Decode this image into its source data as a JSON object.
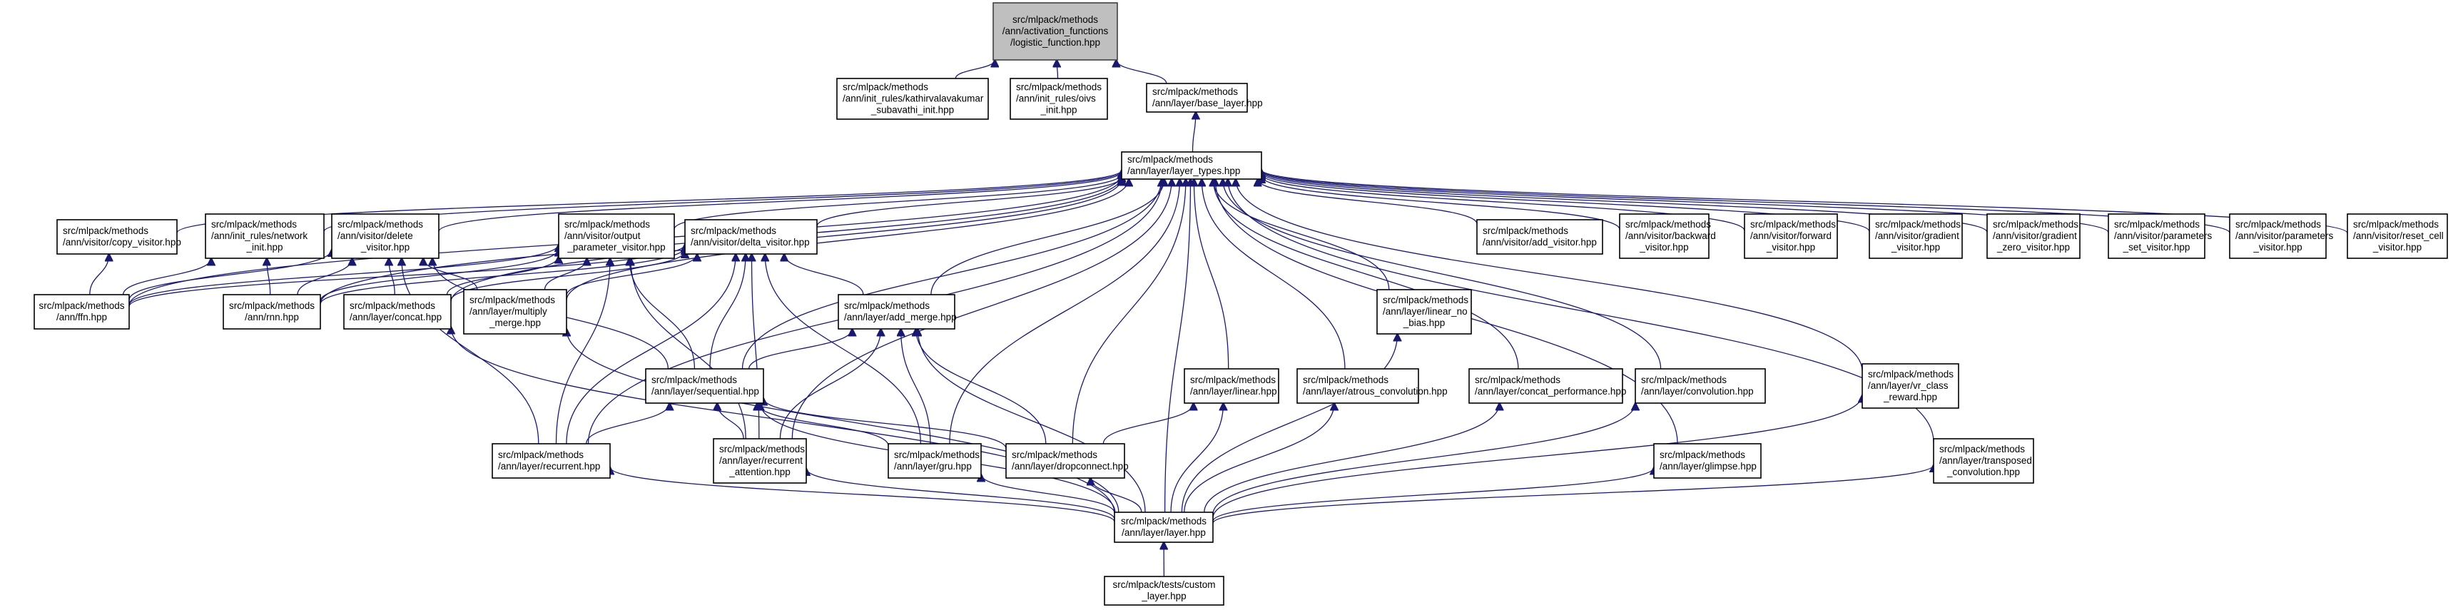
{
  "graph": {
    "title": "Include dependency graph (included-by)",
    "edge_color": "#191970",
    "root_fill": "#bfbfbf",
    "nodes": [
      {
        "id": "logistic",
        "lines": [
          "src/mlpack/methods",
          "/ann/activation_functions",
          "/logistic_function.hpp"
        ],
        "root": true
      },
      {
        "id": "kathir",
        "lines": [
          "src/mlpack/methods",
          "/ann/init_rules/kathirvalavakumar",
          "_subavathi_init.hpp"
        ]
      },
      {
        "id": "oivs",
        "lines": [
          "src/mlpack/methods",
          "/ann/init_rules/oivs",
          "_init.hpp"
        ]
      },
      {
        "id": "base_layer",
        "lines": [
          "src/mlpack/methods",
          "/ann/layer/base_layer.hpp"
        ]
      },
      {
        "id": "layer_types",
        "lines": [
          "src/mlpack/methods",
          "/ann/layer/layer_types.hpp"
        ]
      },
      {
        "id": "copy_visitor",
        "lines": [
          "src/mlpack/methods",
          "/ann/visitor/copy_visitor.hpp"
        ]
      },
      {
        "id": "network_init",
        "lines": [
          "src/mlpack/methods",
          "/ann/init_rules/network",
          "_init.hpp"
        ]
      },
      {
        "id": "delete_visitor",
        "lines": [
          "src/mlpack/methods",
          "/ann/visitor/delete",
          "_visitor.hpp"
        ]
      },
      {
        "id": "output_parameter_visitor",
        "lines": [
          "src/mlpack/methods",
          "/ann/visitor/output",
          "_parameter_visitor.hpp"
        ]
      },
      {
        "id": "delta_visitor",
        "lines": [
          "src/mlpack/methods",
          "/ann/visitor/delta_visitor.hpp"
        ]
      },
      {
        "id": "add_visitor",
        "lines": [
          "src/mlpack/methods",
          "/ann/visitor/add_visitor.hpp"
        ]
      },
      {
        "id": "backward_visitor",
        "lines": [
          "src/mlpack/methods",
          "/ann/visitor/backward",
          "_visitor.hpp"
        ]
      },
      {
        "id": "forward_visitor",
        "lines": [
          "src/mlpack/methods",
          "/ann/visitor/forward",
          "_visitor.hpp"
        ]
      },
      {
        "id": "gradient_visitor",
        "lines": [
          "src/mlpack/methods",
          "/ann/visitor/gradient",
          "_visitor.hpp"
        ]
      },
      {
        "id": "gradient_zero_visitor",
        "lines": [
          "src/mlpack/methods",
          "/ann/visitor/gradient",
          "_zero_visitor.hpp"
        ]
      },
      {
        "id": "parameters_set_visitor",
        "lines": [
          "src/mlpack/methods",
          "/ann/visitor/parameters",
          "_set_visitor.hpp"
        ]
      },
      {
        "id": "parameters_visitor",
        "lines": [
          "src/mlpack/methods",
          "/ann/visitor/parameters",
          "_visitor.hpp"
        ]
      },
      {
        "id": "reset_cell_visitor",
        "lines": [
          "src/mlpack/methods",
          "/ann/visitor/reset_cell",
          "_visitor.hpp"
        ]
      },
      {
        "id": "ffn",
        "lines": [
          "src/mlpack/methods",
          "/ann/ffn.hpp"
        ]
      },
      {
        "id": "rnn",
        "lines": [
          "src/mlpack/methods",
          "/ann/rnn.hpp"
        ]
      },
      {
        "id": "concat",
        "lines": [
          "src/mlpack/methods",
          "/ann/layer/concat.hpp"
        ]
      },
      {
        "id": "multiply_merge",
        "lines": [
          "src/mlpack/methods",
          "/ann/layer/multiply",
          "_merge.hpp"
        ]
      },
      {
        "id": "add_merge",
        "lines": [
          "src/mlpack/methods",
          "/ann/layer/add_merge.hpp"
        ]
      },
      {
        "id": "linear_no_bias",
        "lines": [
          "src/mlpack/methods",
          "/ann/layer/linear_no",
          "_bias.hpp"
        ]
      },
      {
        "id": "sequential",
        "lines": [
          "src/mlpack/methods",
          "/ann/layer/sequential.hpp"
        ]
      },
      {
        "id": "linear",
        "lines": [
          "src/mlpack/methods",
          "/ann/layer/linear.hpp"
        ]
      },
      {
        "id": "atrous_convolution",
        "lines": [
          "src/mlpack/methods",
          "/ann/layer/atrous_convolution.hpp"
        ]
      },
      {
        "id": "concat_performance",
        "lines": [
          "src/mlpack/methods",
          "/ann/layer/concat_performance.hpp"
        ]
      },
      {
        "id": "convolution",
        "lines": [
          "src/mlpack/methods",
          "/ann/layer/convolution.hpp"
        ]
      },
      {
        "id": "vr_class_reward",
        "lines": [
          "src/mlpack/methods",
          "/ann/layer/vr_class",
          "_reward.hpp"
        ]
      },
      {
        "id": "recurrent",
        "lines": [
          "src/mlpack/methods",
          "/ann/layer/recurrent.hpp"
        ]
      },
      {
        "id": "recurrent_attention",
        "lines": [
          "src/mlpack/methods",
          "/ann/layer/recurrent",
          "_attention.hpp"
        ]
      },
      {
        "id": "gru",
        "lines": [
          "src/mlpack/methods",
          "/ann/layer/gru.hpp"
        ]
      },
      {
        "id": "dropconnect",
        "lines": [
          "src/mlpack/methods",
          "/ann/layer/dropconnect.hpp"
        ]
      },
      {
        "id": "glimpse",
        "lines": [
          "src/mlpack/methods",
          "/ann/layer/glimpse.hpp"
        ]
      },
      {
        "id": "transposed_convolution",
        "lines": [
          "src/mlpack/methods",
          "/ann/layer/transposed",
          "_convolution.hpp"
        ]
      },
      {
        "id": "layer",
        "lines": [
          "src/mlpack/methods",
          "/ann/layer/layer.hpp"
        ]
      },
      {
        "id": "custom_layer",
        "lines": [
          "src/mlpack/tests/custom",
          "_layer.hpp"
        ]
      }
    ],
    "edges": [
      [
        "kathir",
        "logistic"
      ],
      [
        "oivs",
        "logistic"
      ],
      [
        "base_layer",
        "logistic"
      ],
      [
        "layer_types",
        "base_layer"
      ],
      [
        "copy_visitor",
        "layer_types"
      ],
      [
        "network_init",
        "layer_types"
      ],
      [
        "delete_visitor",
        "layer_types"
      ],
      [
        "output_parameter_visitor",
        "layer_types"
      ],
      [
        "delta_visitor",
        "layer_types"
      ],
      [
        "add_visitor",
        "layer_types"
      ],
      [
        "backward_visitor",
        "layer_types"
      ],
      [
        "forward_visitor",
        "layer_types"
      ],
      [
        "gradient_visitor",
        "layer_types"
      ],
      [
        "gradient_zero_visitor",
        "layer_types"
      ],
      [
        "parameters_set_visitor",
        "layer_types"
      ],
      [
        "parameters_visitor",
        "layer_types"
      ],
      [
        "reset_cell_visitor",
        "layer_types"
      ],
      [
        "ffn",
        "layer_types"
      ],
      [
        "rnn",
        "layer_types"
      ],
      [
        "concat",
        "layer_types"
      ],
      [
        "multiply_merge",
        "layer_types"
      ],
      [
        "add_merge",
        "layer_types"
      ],
      [
        "linear_no_bias",
        "layer_types"
      ],
      [
        "sequential",
        "layer_types"
      ],
      [
        "linear",
        "layer_types"
      ],
      [
        "atrous_convolution",
        "layer_types"
      ],
      [
        "concat_performance",
        "layer_types"
      ],
      [
        "convolution",
        "layer_types"
      ],
      [
        "vr_class_reward",
        "layer_types"
      ],
      [
        "recurrent",
        "layer_types"
      ],
      [
        "recurrent_attention",
        "layer_types"
      ],
      [
        "gru",
        "layer_types"
      ],
      [
        "dropconnect",
        "layer_types"
      ],
      [
        "glimpse",
        "layer_types"
      ],
      [
        "transposed_convolution",
        "layer_types"
      ],
      [
        "layer",
        "layer_types"
      ],
      [
        "ffn",
        "copy_visitor"
      ],
      [
        "ffn",
        "network_init"
      ],
      [
        "rnn",
        "network_init"
      ],
      [
        "ffn",
        "delete_visitor"
      ],
      [
        "rnn",
        "delete_visitor"
      ],
      [
        "concat",
        "delete_visitor"
      ],
      [
        "multiply_merge",
        "delete_visitor"
      ],
      [
        "sequential",
        "delete_visitor"
      ],
      [
        "recurrent",
        "delete_visitor"
      ],
      [
        "ffn",
        "output_parameter_visitor"
      ],
      [
        "rnn",
        "output_parameter_visitor"
      ],
      [
        "concat",
        "output_parameter_visitor"
      ],
      [
        "multiply_merge",
        "output_parameter_visitor"
      ],
      [
        "sequential",
        "output_parameter_visitor"
      ],
      [
        "recurrent",
        "output_parameter_visitor"
      ],
      [
        "recurrent_attention",
        "output_parameter_visitor"
      ],
      [
        "ffn",
        "delta_visitor"
      ],
      [
        "rnn",
        "delta_visitor"
      ],
      [
        "concat",
        "delta_visitor"
      ],
      [
        "multiply_merge",
        "delta_visitor"
      ],
      [
        "add_merge",
        "delta_visitor"
      ],
      [
        "sequential",
        "delta_visitor"
      ],
      [
        "recurrent",
        "delta_visitor"
      ],
      [
        "recurrent_attention",
        "delta_visitor"
      ],
      [
        "gru",
        "delta_visitor"
      ],
      [
        "sequential",
        "add_merge"
      ],
      [
        "recurrent_attention",
        "add_merge"
      ],
      [
        "gru",
        "add_merge"
      ],
      [
        "dropconnect",
        "add_merge"
      ],
      [
        "layer",
        "add_merge"
      ],
      [
        "recurrent",
        "sequential"
      ],
      [
        "recurrent_attention",
        "sequential"
      ],
      [
        "gru",
        "sequential"
      ],
      [
        "dropconnect",
        "sequential"
      ],
      [
        "layer",
        "sequential"
      ],
      [
        "dropconnect",
        "linear"
      ],
      [
        "layer",
        "linear"
      ],
      [
        "layer",
        "atrous_convolution"
      ],
      [
        "layer",
        "concat_performance"
      ],
      [
        "layer",
        "convolution"
      ],
      [
        "layer",
        "concat"
      ],
      [
        "layer",
        "multiply_merge"
      ],
      [
        "layer",
        "linear_no_bias"
      ],
      [
        "layer",
        "vr_class_reward"
      ],
      [
        "layer",
        "recurrent"
      ],
      [
        "layer",
        "recurrent_attention"
      ],
      [
        "layer",
        "gru"
      ],
      [
        "layer",
        "dropconnect"
      ],
      [
        "layer",
        "glimpse"
      ],
      [
        "layer",
        "transposed_convolution"
      ],
      [
        "custom_layer",
        "layer"
      ]
    ]
  }
}
